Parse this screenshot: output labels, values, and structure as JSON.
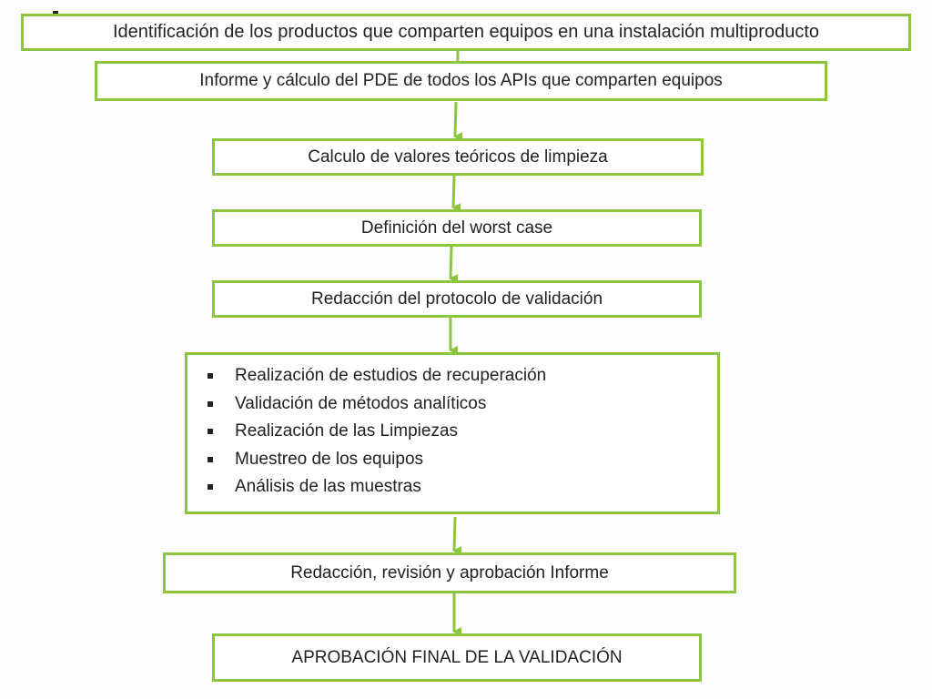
{
  "accent_color": "#8cc63f",
  "steps": {
    "s1": "Identificación de los productos que comparten equipos en una instalación multiproducto",
    "s2": "Informe y cálculo del PDE de todos los APIs que comparten equipos",
    "s3": "Calculo de valores teóricos de limpieza",
    "s4": "Definición del worst case",
    "s5": "Redacción del protocolo de validación",
    "s6_items": [
      "Realización de estudios de recuperación",
      "Validación de métodos analíticos",
      "Realización de las Limpiezas",
      "Muestreo de los equipos",
      "Análisis de las muestras"
    ],
    "s7": "Redacción, revisión y aprobación Informe",
    "s8": "APROBACIÓN FINAL DE LA VALIDACIÓN"
  }
}
